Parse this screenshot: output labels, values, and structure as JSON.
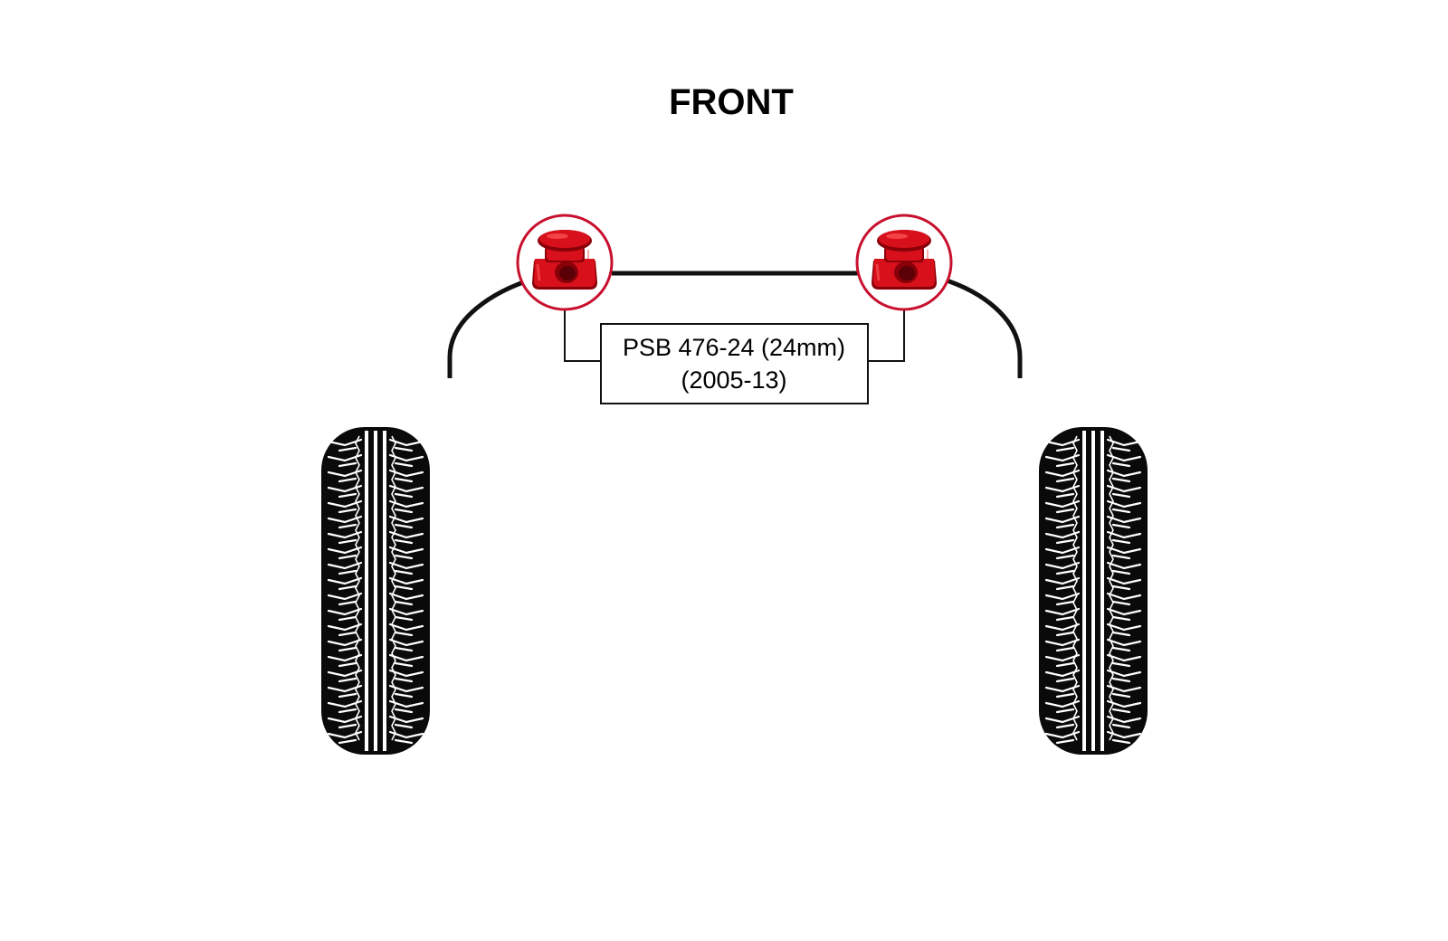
{
  "heading": "FRONT",
  "part_label": {
    "line1": "PSB 476-24 (24mm)",
    "line2": "(2005-13)"
  },
  "colors": {
    "line": "#111111",
    "bush_red": "#d8101c",
    "bush_dark": "#8a0009",
    "bush_highlight": "#ff5a5a",
    "circle_outline": "#c8102e",
    "tyre": "#0a0a0a",
    "tread": "#ffffff"
  },
  "icons": {
    "bush": "polyurethane-bush-icon",
    "tyre": "tyre-icon"
  }
}
